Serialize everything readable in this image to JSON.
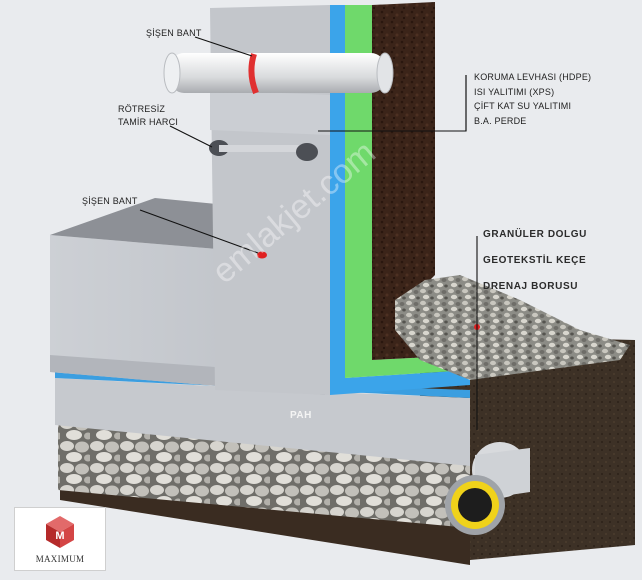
{
  "labels": {
    "sisen_bant_top": "ŞİŞEN BANT",
    "rotresiz_line1": "RÖTRESİZ",
    "rotresiz_line2": "TAMİR HARCI",
    "sisen_bant_mid": "ŞİŞEN BANT",
    "pah": "PAH"
  },
  "layer_stack": [
    "KORUMA LEVHASI (HDPE)",
    "ISI YALITIMI (XPS)",
    "ÇİFT KAT SU YALITIMI",
    "B.A. PERDE"
  ],
  "drainage_stack": [
    "GRANÜLER DOLGU",
    "GEOTEKSTİL KEÇE",
    "DRENAJ BORUSU"
  ],
  "watermark": "emlakjet.com",
  "logo": {
    "letter": "M",
    "name": "MAXIMUM"
  },
  "colors": {
    "concrete": "#c9ccd1",
    "waterproofing_blue": "#3aa2e6",
    "xps_green": "#6fd86a",
    "hdpe_dark": "#3a2518",
    "pipe_yellow": "#f0d21a",
    "sealing_band_red": "#e03030",
    "marker_red": "#e02020"
  }
}
